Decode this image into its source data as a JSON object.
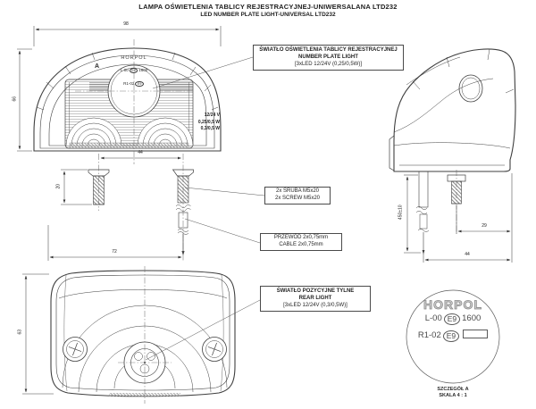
{
  "title": {
    "line1": "LAMPA OŚWIETLENIA TABLICY REJESTRACYJNEJ-UNIWERSALANA LTD232",
    "line2": "LED NUMBER PLATE LIGHT-UNIVERSAL LTD232"
  },
  "front_view": {
    "detail_marker": "A",
    "brand": "HORPOL",
    "mark_row1": {
      "prefix": "L-00",
      "e_mark": "E9",
      "suffix": "1600"
    },
    "mark_row2": {
      "prefix": "R1-02",
      "e_mark": "E9"
    },
    "spec_box": {
      "line1": "12/24 V",
      "line2": "0,25/0,5 W",
      "line3": "0,3/0,5 W"
    },
    "dims": {
      "width": "98",
      "height": "66",
      "screw_spacing": "44",
      "screw_length": "20",
      "mount_span": "72"
    }
  },
  "side_view": {
    "dims": {
      "cable_length": "450±10",
      "screw_offset": "29",
      "depth": "44"
    }
  },
  "bottom_view": {
    "dims": {
      "height": "63"
    }
  },
  "callouts": {
    "number_plate_light": {
      "line1": "ŚWIATŁO OŚWIETLENIA TABLICY REJESTRACYJNEJ",
      "line2": "NUMBER PLATE LIGHT",
      "line3": "[3xLED 12/24V (0,25/0,5W)]"
    },
    "screws": {
      "line1": "2x ŚRUBA M5x20",
      "line2": "2x SCREW M5x20"
    },
    "cable": {
      "line1": "PRZEWÓD 2x0,75mm",
      "line2": "CABLE 2x0,75mm"
    },
    "rear_light": {
      "line1": "ŚWIATŁO POZYCYJNE TYLNE",
      "line2": "REAR LIGHT",
      "line3": "[3xLED 12/24V (0,3/0,5W)]"
    }
  },
  "detail_view": {
    "brand": "HORPOL",
    "mark_row1": {
      "prefix": "L-00",
      "e_mark": "E9",
      "suffix": "1600"
    },
    "mark_row2": {
      "prefix": "R1-02",
      "e_mark": "E9"
    },
    "caption": {
      "line1": "SZCZEGÓŁ A",
      "line2": "SKALA 4 : 1"
    }
  },
  "colors": {
    "line": "#3f3f3f",
    "text": "#2b2b2b",
    "background": "#ffffff"
  }
}
